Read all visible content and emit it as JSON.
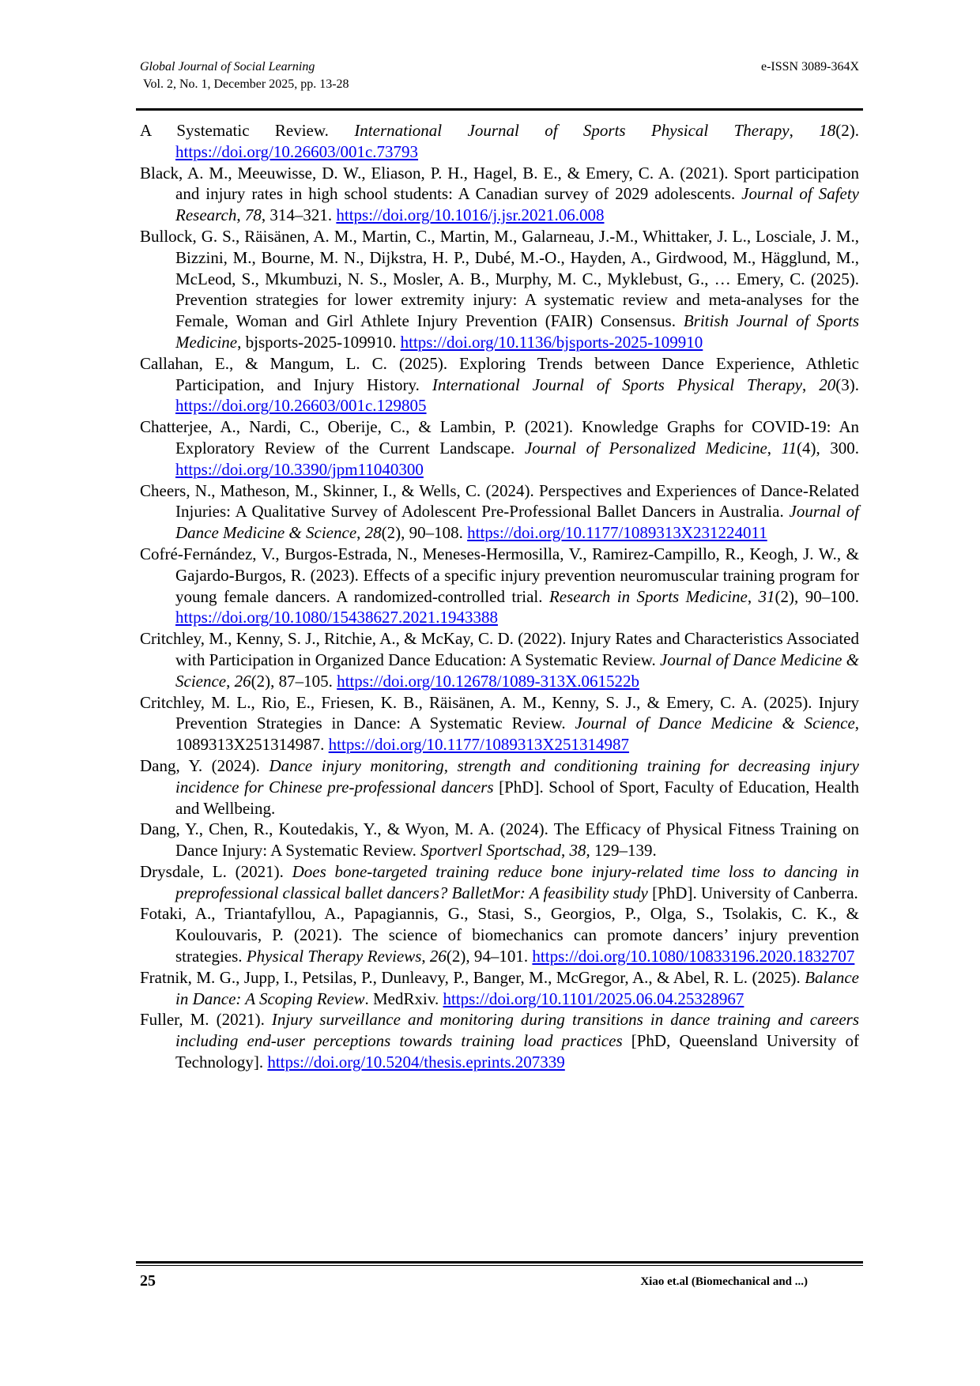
{
  "header": {
    "journal": "Global Journal of Social Learning",
    "volume": "Vol. 2, No. 1, December 2025, pp. 13-28",
    "issn": "e-ISSN 3089-364X"
  },
  "references": [
    {
      "pre": "A Systematic Review. ",
      "source": "International Journal of Sports Physical Therapy",
      "mid": ", ",
      "vol": "18",
      "post": "(2). ",
      "doi": "https://doi.org/10.26603/001c.73793"
    },
    {
      "pre": "Black, A. M., Meeuwisse, D. W., Eliason, P. H., Hagel, B. E., & Emery, C. A. (2021). Sport participation and injury rates in high school students: A Canadian survey of 2029 adolescents. ",
      "source": "Journal of Safety Research",
      "mid": ", ",
      "vol": "78",
      "post": ", 314–321. ",
      "doi": "https://doi.org/10.1016/j.jsr.2021.06.008"
    },
    {
      "pre": "Bullock, G. S., Räisänen, A. M., Martin, C., Martin, M., Galarneau, J.-M., Whittaker, J. L., Losciale, J. M., Bizzini, M., Bourne, M. N., Dijkstra, H. P., Dubé, M.-O., Hayden, A., Girdwood, M., Hägglund, M., McLeod, S., Mkumbuzi, N. S., Mosler, A. B., Murphy, M. C., Myklebust, G., … Emery, C. (2025). Prevention strategies for lower extremity injury: A systematic review and meta-analyses for the Female, Woman and Girl Athlete Injury Prevention (FAIR) Consensus. ",
      "source": "British Journal of Sports Medicine",
      "mid": ", bjsports-2025-109910. ",
      "vol": "",
      "post": "",
      "doi": "https://doi.org/10.1136/bjsports-2025-109910"
    },
    {
      "pre": "Callahan, E., & Mangum, L. C. (2025). Exploring Trends between Dance Experience, Athletic Participation, and Injury History. ",
      "source": "International Journal of Sports Physical Therapy",
      "mid": ", ",
      "vol": "20",
      "post": "(3). ",
      "doi": "https://doi.org/10.26603/001c.129805"
    },
    {
      "pre": "Chatterjee, A., Nardi, C., Oberije, C., & Lambin, P. (2021). Knowledge Graphs for COVID-19: An Exploratory Review of the Current Landscape. ",
      "source": "Journal of Personalized Medicine",
      "mid": ", ",
      "vol": "11",
      "post": "(4), 300. ",
      "doi": "https://doi.org/10.3390/jpm11040300"
    },
    {
      "pre": "Cheers, N., Matheson, M., Skinner, I., & Wells, C. (2024). Perspectives and Experiences of Dance-Related Injuries: A Qualitative Survey of Adolescent Pre-Professional Ballet Dancers in Australia. ",
      "source": "Journal of Dance Medicine & Science",
      "mid": ", ",
      "vol": "28",
      "post": "(2), 90–108. ",
      "doi": "https://doi.org/10.1177/1089313X231224011"
    },
    {
      "pre": "Cofré-Fernández, V., Burgos-Estrada, N., Meneses-Hermosilla, V., Ramirez-Campillo, R., Keogh, J. W., & Gajardo-Burgos, R. (2023). Effects of a specific injury prevention neuromuscular training program for young female dancers. A randomized-controlled trial. ",
      "source": "Research in Sports Medicine",
      "mid": ", ",
      "vol": "31",
      "post": "(2), 90–100. ",
      "doi": "https://doi.org/10.1080/15438627.2021.1943388"
    },
    {
      "pre": "Critchley, M., Kenny, S. J., Ritchie, A., & McKay, C. D. (2022). Injury Rates and Characteristics Associated with Participation in Organized Dance Education: A Systematic Review. ",
      "source": "Journal of Dance Medicine & Science",
      "mid": ", ",
      "vol": "26",
      "post": "(2), 87–105. ",
      "doi": "https://doi.org/10.12678/1089-313X.061522b"
    },
    {
      "pre": "Critchley, M. L., Rio, E., Friesen, K. B., Räisänen, A. M., Kenny, S. J., & Emery, C. A. (2025). Injury Prevention Strategies in Dance: A Systematic Review. ",
      "source": "Journal of Dance Medicine & Science",
      "mid": ", 1089313X251314987. ",
      "vol": "",
      "post": "",
      "doi": "https://doi.org/10.1177/1089313X251314987"
    },
    {
      "pre": "Dang, Y. (2024). ",
      "source": "Dance injury monitoring, strength and  conditioning training for decreasing injury  incidence for Chinese pre-professional dancers",
      "mid": " [PhD]. School of Sport, Faculty of Education, Health and Wellbeing.",
      "vol": "",
      "post": "",
      "doi": ""
    },
    {
      "pre": "Dang, Y., Chen, R., Koutedakis, Y., & Wyon, M. A. (2024). The Efficacy of Physical Fitness Training on Dance Injury: A Systematic Review. ",
      "source": "Sportverl Sportschad",
      "mid": ", ",
      "vol": "38",
      "post": ", 129–139.",
      "doi": ""
    },
    {
      "pre": "Drysdale, L. (2021). ",
      "source": "Does bone-targeted training reduce bone injury-related time loss to dancing in preprofessional classical ballet dancers? BalletMor: A feasibility study",
      "mid": " [PhD]. University of Canberra.",
      "vol": "",
      "post": "",
      "doi": ""
    },
    {
      "pre": "Fotaki, A., Triantafyllou, A., Papagiannis, G., Stasi, S., Georgios, P., Olga, S., Tsolakis, C. K., & Koulouvaris, P. (2021). The science of biomechanics can promote dancers’ injury prevention strategies. ",
      "source": "Physical Therapy Reviews",
      "mid": ", ",
      "vol": "26",
      "post": "(2), 94–101. ",
      "doi": "https://doi.org/10.1080/10833196.2020.1832707"
    },
    {
      "pre": "Fratnik, M. G., Jupp, I., Petsilas, P., Dunleavy, P., Banger, M., McGregor, A., & Abel, R. L. (2025). ",
      "source": "Balance in Dance: A Scoping Review",
      "mid": ". MedRxiv. ",
      "vol": "",
      "post": "",
      "doi": "https://doi.org/10.1101/2025.06.04.25328967"
    },
    {
      "pre": "Fuller, M. (2021). ",
      "source": "Injury surveillance and monitoring during transitions in dance training and careers including end-user perceptions towards training load practices",
      "mid": " [PhD, Queensland University of Technology]. ",
      "vol": "",
      "post": "",
      "doi": "https://doi.org/10.5204/thesis.eprints.207339"
    }
  ],
  "footer": {
    "page_number": "25",
    "running_title": "Xiao et.al (Biomechanical and ...)"
  }
}
